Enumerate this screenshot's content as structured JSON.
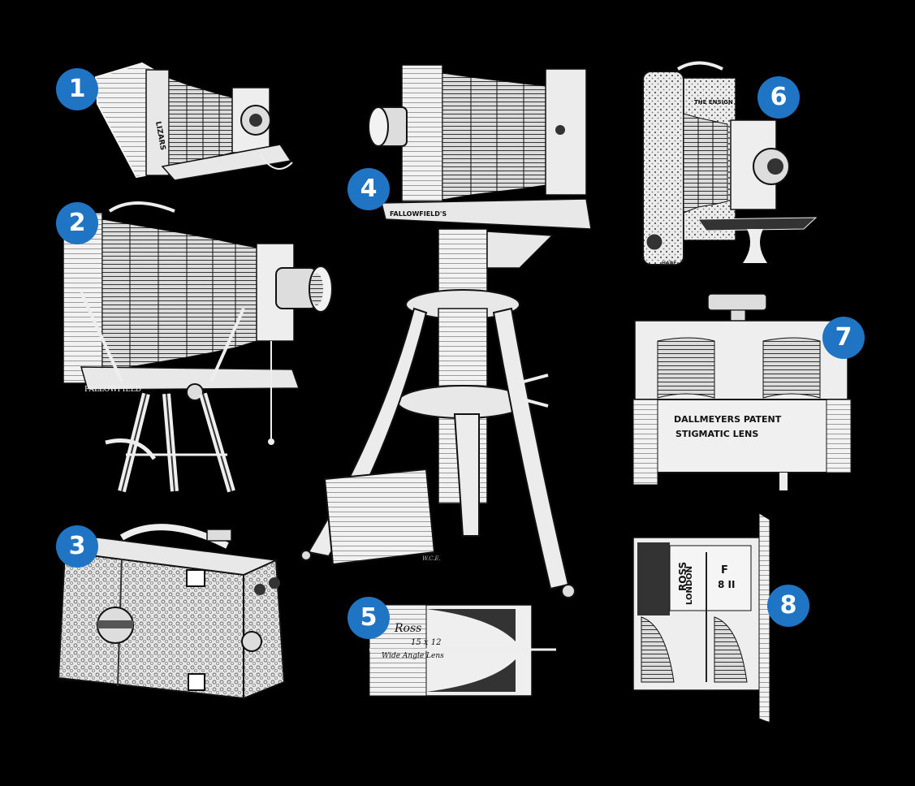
{
  "badges": [
    "1",
    "2",
    "3",
    "4",
    "5",
    "6",
    "7",
    "8"
  ],
  "engravings": {
    "cam1": "LIZARS",
    "cam2": "FALLOWFIELD",
    "cam4": "FALLOWFIELD'S",
    "cam4_sig": "W.C.E.",
    "cam5_line1": "Ross",
    "cam5_line2": "15 x 12",
    "cam5_line3": "Wide Angle Lens",
    "cam6_top": "THE ENSIGN",
    "cam6_bottom": "HARE",
    "lens7_line1": "DALLMEYERS PATENT",
    "lens7_line2": "STIGMATIC LENS",
    "lens8_name1": "ROSS",
    "lens8_name2": "LONDON",
    "lens8_f": "F",
    "lens8_ratio": "8 II"
  },
  "colors": {
    "badge": "#1f75c4",
    "background": "#000000",
    "engraving": "#f2f2f2",
    "ink": "#111111"
  }
}
